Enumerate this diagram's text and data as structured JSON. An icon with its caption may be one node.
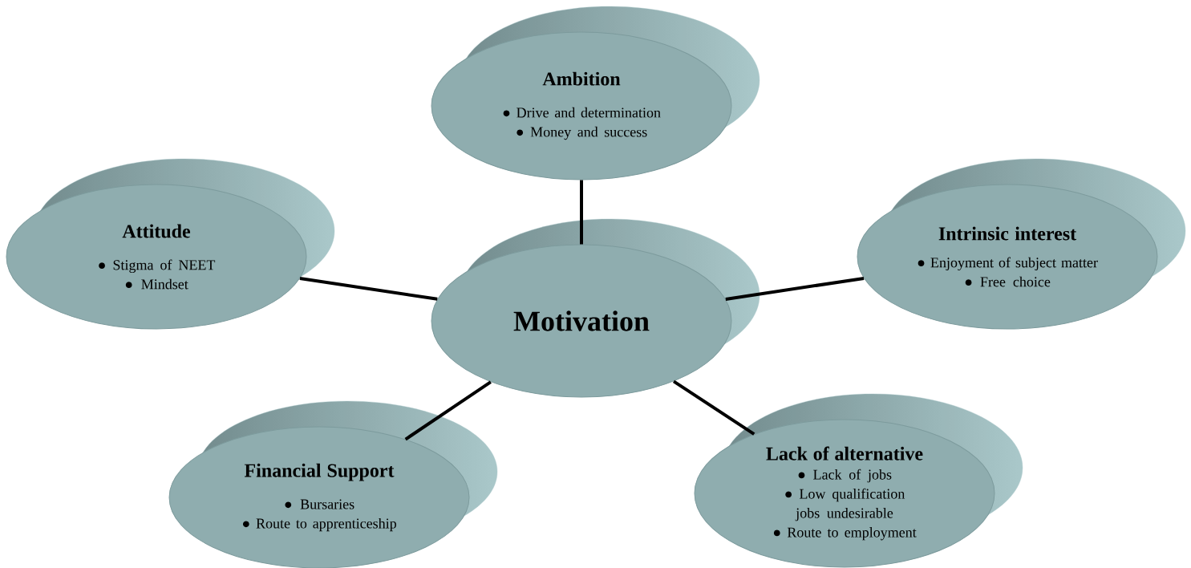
{
  "diagram": {
    "nodes": [
      {
        "text": [
          "Motivation"
        ]
      },
      {
        "text": [
          "Ambition",
          "● Drive and determination",
          "● Money and success"
        ]
      },
      {
        "text": [
          "Attitude",
          "● Stigma of NEET",
          "● Mindset"
        ]
      },
      {
        "text": [
          "Intrinsic interest",
          "● Enjoyment of subject matter",
          "● Free choice"
        ]
      },
      {
        "text": [
          "Financial Support",
          "● Bursaries",
          "● Route to apprenticeship"
        ]
      },
      {
        "text": [
          "Lack of alternative",
          "● Lack of jobs",
          "● Low qualification jobs undesirable",
          "● Route to employment"
        ]
      }
    ],
    "edges": [
      {
        "from": 0,
        "to": 1,
        "arrow": "none"
      },
      {
        "from": 0,
        "to": 2,
        "arrow": "none"
      },
      {
        "from": 0,
        "to": 3,
        "arrow": "none"
      },
      {
        "from": 0,
        "to": 4,
        "arrow": "none"
      },
      {
        "from": 0,
        "to": 5,
        "arrow": "none"
      }
    ]
  }
}
